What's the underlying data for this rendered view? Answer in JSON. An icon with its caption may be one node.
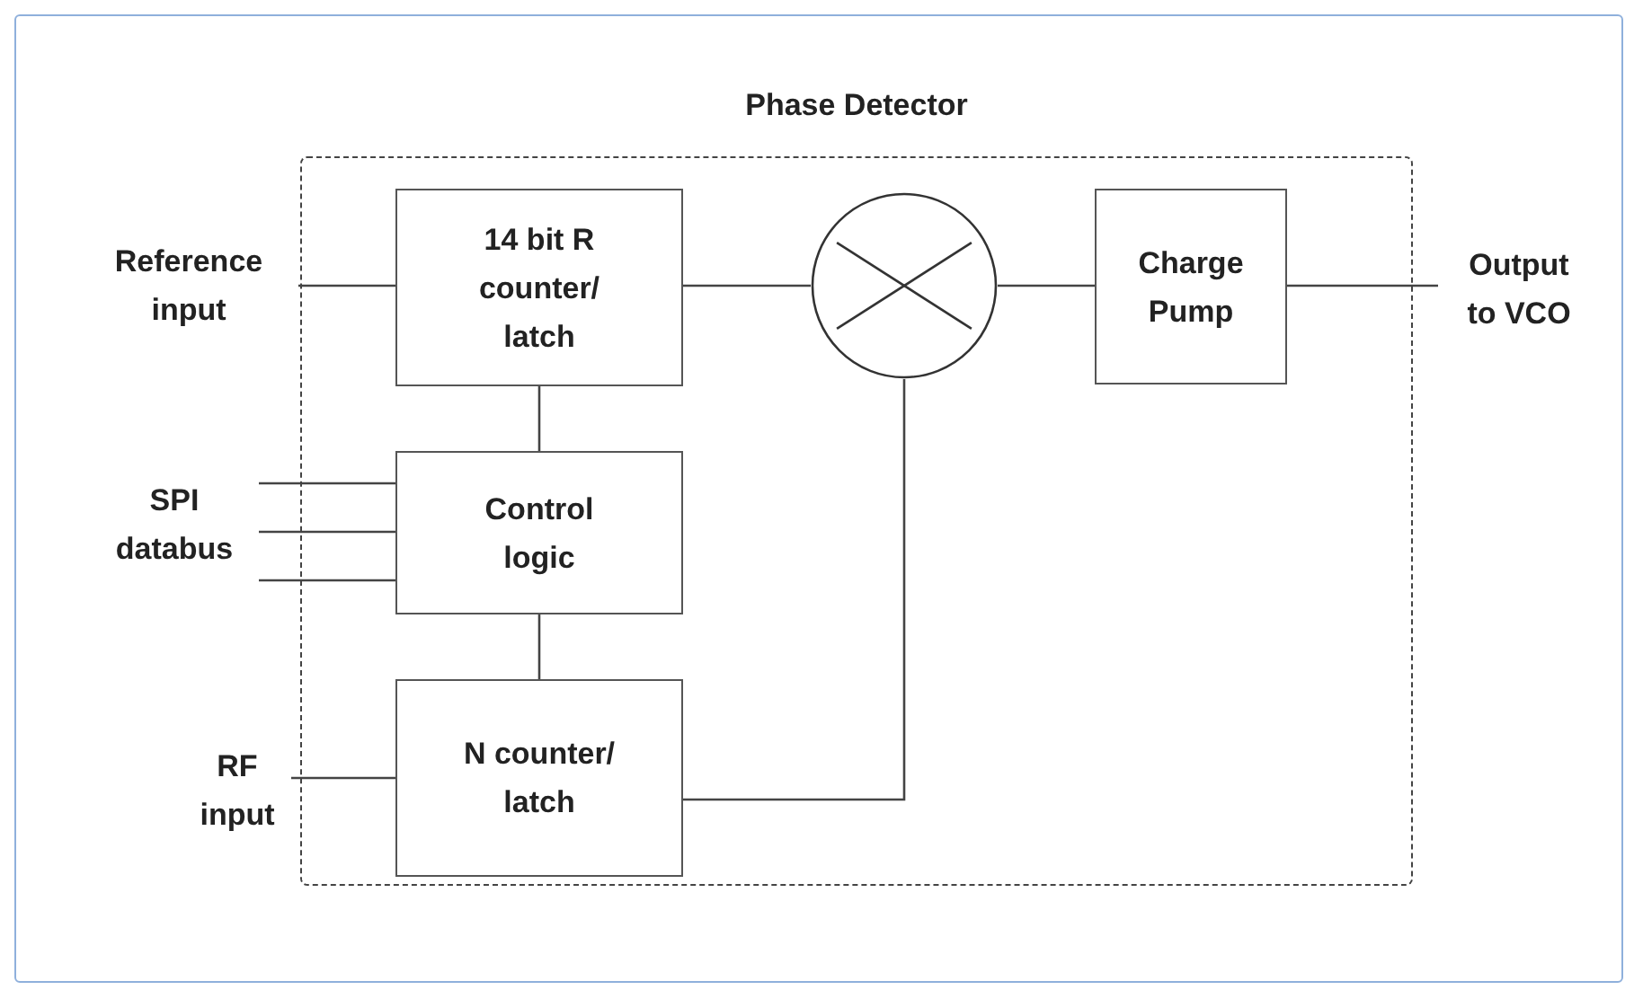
{
  "diagram": {
    "nodes": [
      {
        "text": [
          "Phase Detector"
        ]
      },
      {
        "text": [
          "Reference input"
        ]
      },
      {
        "text": [
          "14 bit R counter/ latch"
        ],
        "in": 0
      },
      {
        "text": [],
        "shape": "circle",
        "in": 0
      },
      {
        "text": [
          "Charge Pump"
        ],
        "in": 0
      },
      {
        "text": [
          "Output to VCO"
        ]
      },
      {
        "text": [
          "SPI databus"
        ]
      },
      {
        "text": [
          "Control logic"
        ],
        "in": 0
      },
      {
        "text": [
          "RF input"
        ]
      },
      {
        "text": [
          "N counter/ latch"
        ],
        "in": 0
      }
    ],
    "edges": [
      {
        "from": 1,
        "to": 2,
        "arrow": "none"
      },
      {
        "from": 2,
        "to": 3,
        "arrow": "none"
      },
      {
        "from": 3,
        "to": 4,
        "arrow": "none"
      },
      {
        "from": 4,
        "to": 5,
        "arrow": "none"
      },
      {
        "from": 6,
        "to": 7,
        "arrow": "none"
      },
      {
        "from": 6,
        "to": 7,
        "arrow": "none"
      },
      {
        "from": 6,
        "to": 7,
        "arrow": "none"
      },
      {
        "from": 2,
        "to": 7,
        "arrow": "none"
      },
      {
        "from": 7,
        "to": 9,
        "arrow": "none"
      },
      {
        "from": 8,
        "to": 9,
        "arrow": "none"
      },
      {
        "from": 9,
        "to": 3,
        "arrow": "none"
      }
    ]
  }
}
